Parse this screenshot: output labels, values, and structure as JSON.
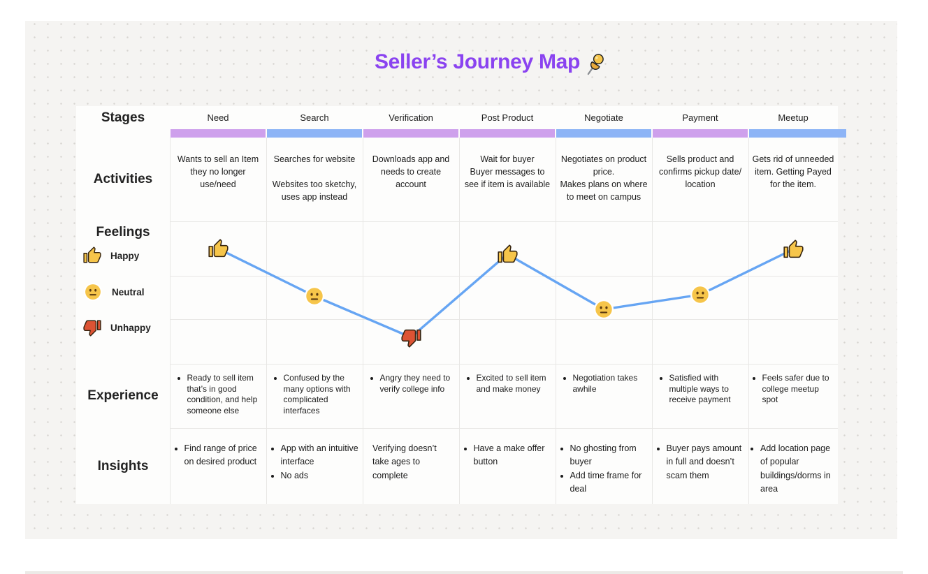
{
  "title": {
    "text": "Seller’s Journey Map",
    "icon": "pushpin"
  },
  "colors": {
    "title_text": "#8A43F0",
    "bar_purple": "#CEA0EC",
    "bar_blue": "#8DB4F6",
    "connector_line": "#66A5F3",
    "happy_thumb": "#F6C54A",
    "unhappy_thumb": "#DC5334",
    "neutral_face": "#F6C54A",
    "emoji_outline": "#33220E",
    "canvas_bg": "#F5F4F2",
    "panel_bg": "#FDFDFC",
    "grid_line": "#E8E7E5"
  },
  "row_labels": {
    "stages": "Stages",
    "activities": "Activities",
    "feelings": "Feelings",
    "experience": "Experience",
    "insights": "Insights"
  },
  "legend": [
    {
      "icon": "thumbs-up-icon",
      "mood": "happy",
      "label": "Happy"
    },
    {
      "icon": "neutral-face-icon",
      "mood": "neutral",
      "label": "Neutral"
    },
    {
      "icon": "thumbs-down-icon",
      "mood": "unhappy",
      "label": "Unhappy"
    }
  ],
  "stages": [
    {
      "name": "Need",
      "bar_color": "purple",
      "activity": "Wants to sell an  Item they no longer use/need",
      "feeling": "happy",
      "experience": [
        "Ready to sell item that’s in good condition, and help someone else"
      ],
      "experience_bullets": true,
      "insights": [
        "Find range of price on desired product"
      ],
      "insights_bullets": true
    },
    {
      "name": "Search",
      "bar_color": "blue",
      "activity": "Searches for website\n\nWebsites too sketchy, uses app instead",
      "feeling": "neutral",
      "experience": [
        "Confused by the many options with complicated interfaces"
      ],
      "experience_bullets": true,
      "insights": [
        "App with an intuitive interface",
        "No ads"
      ],
      "insights_bullets": true
    },
    {
      "name": "Verification",
      "bar_color": "purple",
      "activity": "Downloads app and needs to create account",
      "feeling": "unhappy",
      "experience": [
        "Angry they need to verify college info"
      ],
      "experience_bullets": true,
      "insights": [
        "Verifying doesn’t take ages to complete"
      ],
      "insights_bullets": false
    },
    {
      "name": "Post Product",
      "bar_color": "purple",
      "activity": "Wait for buyer\nBuyer messages to see if item is available",
      "feeling": "happy",
      "experience": [
        "Excited to sell item and make money"
      ],
      "experience_bullets": true,
      "insights": [
        "Have a make offer button"
      ],
      "insights_bullets": true
    },
    {
      "name": "Negotiate",
      "bar_color": "blue",
      "activity": "Negotiates on product price.\nMakes plans on where to meet on campus",
      "feeling": "neutral",
      "experience": [
        "Negotiation takes awhile"
      ],
      "experience_bullets": true,
      "insights": [
        "No ghosting from buyer",
        "Add time frame for deal"
      ],
      "insights_bullets": true
    },
    {
      "name": "Payment",
      "bar_color": "purple",
      "activity": "Sells product and confirms pickup date/ location",
      "feeling": "neutral",
      "experience": [
        "Satisfied with multiple ways to receive  payment"
      ],
      "experience_bullets": true,
      "insights": [
        "Buyer pays amount in full and doesn’t scam them"
      ],
      "insights_bullets": true
    },
    {
      "name": "Meetup",
      "bar_color": "blue",
      "activity": "Gets rid of unneeded item. Getting Payed for the item.",
      "feeling": "happy",
      "experience": [
        "Feels safer due to college meetup spot"
      ],
      "experience_bullets": true,
      "insights": [
        "Add location page of popular buildings/dorms in area"
      ],
      "insights_bullets": true
    }
  ]
}
